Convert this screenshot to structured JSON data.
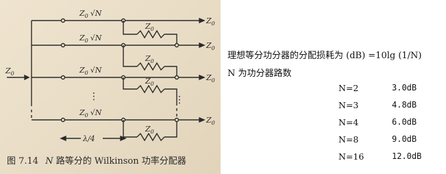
{
  "diagram": {
    "caption_prefix": "图 7.14",
    "caption_n": "N",
    "caption_rest": "路等分的 Wilkinson 功率分配器",
    "line_impedance": "Z",
    "line_impedance_sub": "0",
    "line_sqrt": "√N",
    "resistor_label": "Z",
    "resistor_sub": "0",
    "output_label": "Z",
    "output_sub": "0",
    "input_label": "Z",
    "input_sub": "0",
    "length_label": "λ/4",
    "vertical_dots": "⋮"
  },
  "notes": {
    "line1": "理想等分功分器的分配损耗为 (dB) =10lg (1/N)",
    "line2": "N 为功分器路数"
  },
  "loss_table": [
    {
      "n": "N=2",
      "db": "3.0dB"
    },
    {
      "n": "N=3",
      "db": "4.8dB"
    },
    {
      "n": "N=4",
      "db": "6.0dB"
    },
    {
      "n": "N=8",
      "db": "9.0dB"
    },
    {
      "n": "N=16",
      "db": "12.0dB"
    }
  ],
  "colors": {
    "ink": "#2a2a2a",
    "paper": "#e8dcc5"
  }
}
